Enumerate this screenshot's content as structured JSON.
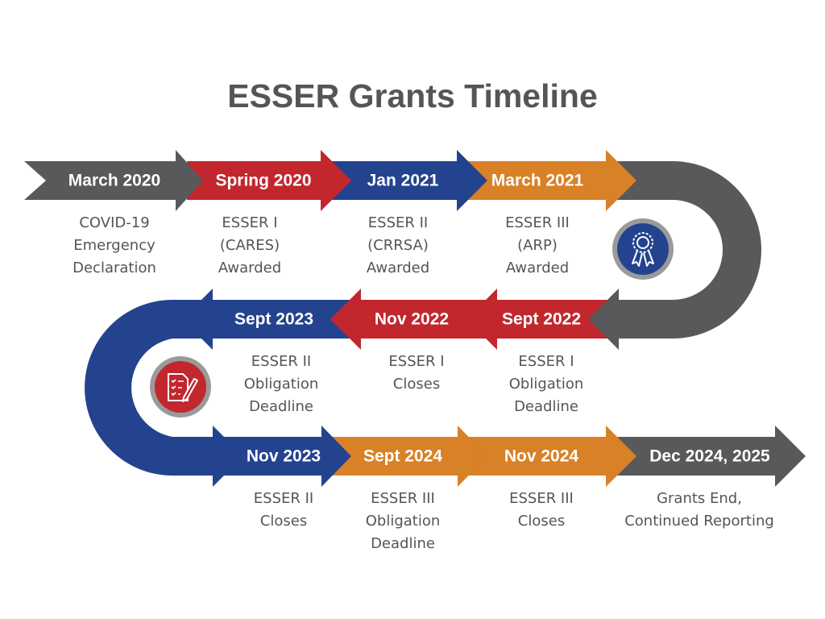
{
  "title": "ESSER Grants Timeline",
  "colors": {
    "gray": "#59595b",
    "red": "#c1272d",
    "blue": "#24438e",
    "orange": "#d98127"
  },
  "milestones": [
    {
      "date": "March 2020",
      "desc": [
        "COVID-19",
        "Emergency",
        "Declaration"
      ]
    },
    {
      "date": "Spring 2020",
      "desc": [
        "ESSER I",
        "(CARES)",
        "Awarded"
      ]
    },
    {
      "date": "Jan 2021",
      "desc": [
        "ESSER II",
        "(CRRSA)",
        "Awarded"
      ]
    },
    {
      "date": "March 2021",
      "desc": [
        "ESSER III",
        "(ARP)",
        "Awarded"
      ]
    },
    {
      "date": "Sept 2022",
      "desc": [
        "ESSER I",
        "Obligation",
        "Deadline"
      ]
    },
    {
      "date": "Nov 2022",
      "desc": [
        "ESSER I",
        "Closes"
      ]
    },
    {
      "date": "Sept 2023",
      "desc": [
        "ESSER II",
        "Obligation",
        "Deadline"
      ]
    },
    {
      "date": "Nov 2023",
      "desc": [
        "ESSER II",
        "Closes"
      ]
    },
    {
      "date": "Sept 2024",
      "desc": [
        "ESSER III",
        "Obligation",
        "Deadline"
      ]
    },
    {
      "date": "Nov 2024",
      "desc": [
        "ESSER III",
        "Closes"
      ]
    },
    {
      "date": "Dec 2024, 2025",
      "desc": [
        "Grants End,",
        "Continued Reporting"
      ]
    }
  ],
  "icons": [
    "award-ribbon-icon",
    "checklist-pen-icon"
  ]
}
